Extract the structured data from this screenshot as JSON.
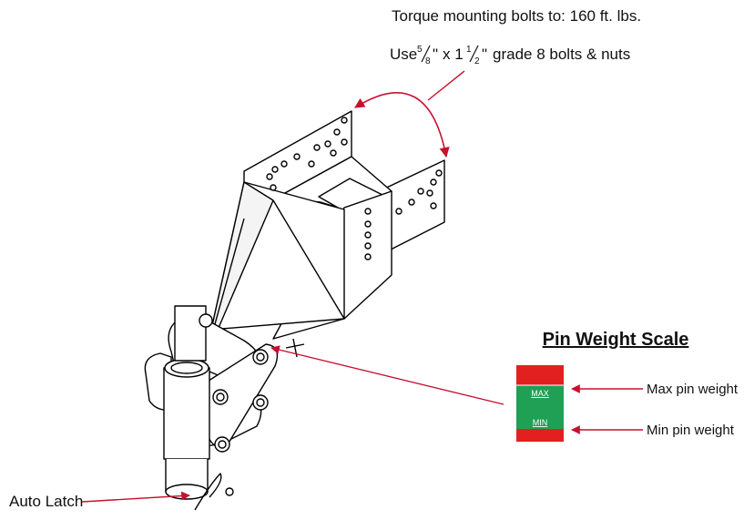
{
  "callouts": {
    "torque": "Torque mounting bolts to: 160 ft. lbs.",
    "use_prefix": "Use",
    "frac1_num": "5",
    "frac1_den": "8",
    "quote1": "\"",
    "times": "x 1",
    "frac2_num": "1",
    "frac2_den": "2",
    "quote2": "\"",
    "use_suffix": "grade 8 bolts & nuts",
    "auto_latch": "Auto Latch"
  },
  "pin_scale": {
    "title": "Pin Weight Scale",
    "max_band": "MAX",
    "min_band": "MIN",
    "max_label": "Max pin weight",
    "min_label": "Min pin weight",
    "colors": {
      "red": "#e2201f",
      "green": "#1fa055",
      "band_text": "#ffffff"
    }
  },
  "colors": {
    "arrow": "#c8102e",
    "line": "#000000"
  }
}
